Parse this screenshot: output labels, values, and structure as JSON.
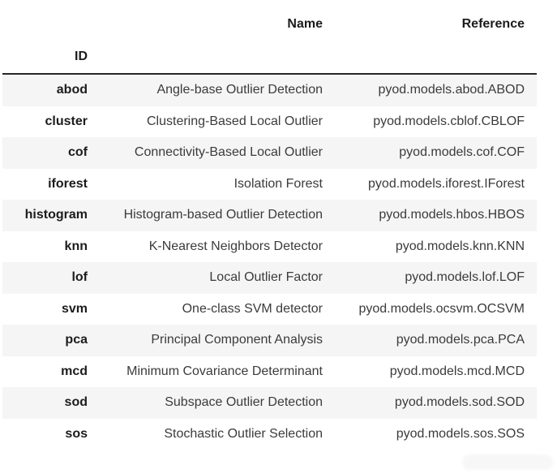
{
  "chart_data": {
    "type": "table",
    "title": "",
    "index_name": "ID",
    "columns": [
      "Name",
      "Reference"
    ],
    "rows": [
      {
        "id": "abod",
        "name": "Angle-base Outlier Detection",
        "reference": "pyod.models.abod.ABOD"
      },
      {
        "id": "cluster",
        "name": "Clustering-Based Local Outlier",
        "reference": "pyod.models.cblof.CBLOF"
      },
      {
        "id": "cof",
        "name": "Connectivity-Based Local Outlier",
        "reference": "pyod.models.cof.COF"
      },
      {
        "id": "iforest",
        "name": "Isolation Forest",
        "reference": "pyod.models.iforest.IForest"
      },
      {
        "id": "histogram",
        "name": "Histogram-based Outlier Detection",
        "reference": "pyod.models.hbos.HBOS"
      },
      {
        "id": "knn",
        "name": "K-Nearest Neighbors Detector",
        "reference": "pyod.models.knn.KNN"
      },
      {
        "id": "lof",
        "name": "Local Outlier Factor",
        "reference": "pyod.models.lof.LOF"
      },
      {
        "id": "svm",
        "name": "One-class SVM detector",
        "reference": "pyod.models.ocsvm.OCSVM"
      },
      {
        "id": "pca",
        "name": "Principal Component Analysis",
        "reference": "pyod.models.pca.PCA"
      },
      {
        "id": "mcd",
        "name": "Minimum Covariance Determinant",
        "reference": "pyod.models.mcd.MCD"
      },
      {
        "id": "sod",
        "name": "Subspace Outlier Detection",
        "reference": "pyod.models.sod.SOD"
      },
      {
        "id": "sos",
        "name": "Stochastic Outlier Selection",
        "reference": "pyod.models.sos.SOS"
      }
    ],
    "layout": {
      "striped_rows": "odd",
      "text_align": "right",
      "grid": false,
      "legend": "none"
    }
  },
  "colors": {
    "background": "#ffffff",
    "row_stripe": "#f5f5f5",
    "header_rule": "#262626",
    "header_text": "#1c1c1c",
    "cell_text": "#3b3b3b"
  }
}
